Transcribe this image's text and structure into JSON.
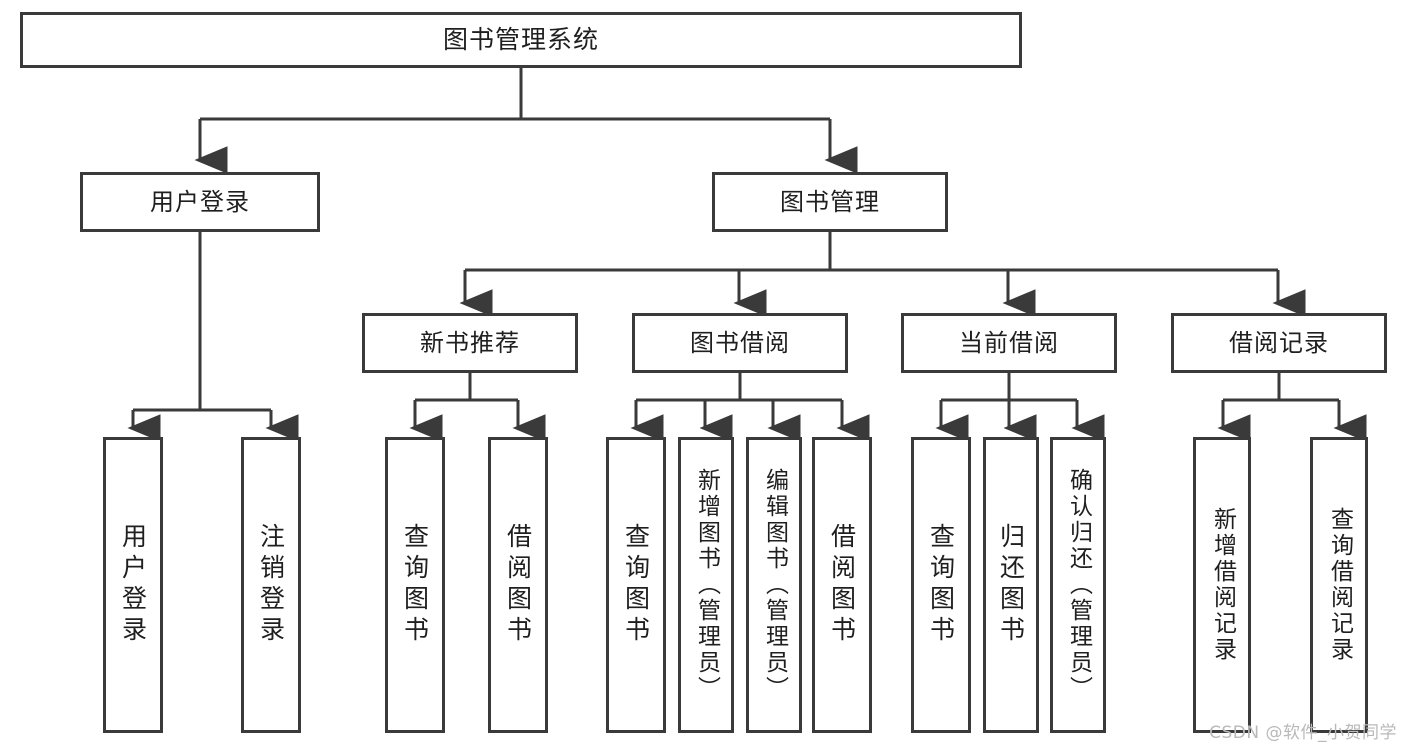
{
  "diagram": {
    "type": "tree-hierarchy",
    "title": "图书管理系统",
    "root": {
      "id": "root",
      "label": "图书管理系统"
    },
    "level2": [
      {
        "id": "user-login",
        "label": "用户登录"
      },
      {
        "id": "book-manage",
        "label": "图书管理"
      }
    ],
    "level3": [
      {
        "id": "new-book-rec",
        "label": "新书推荐"
      },
      {
        "id": "book-borrow",
        "label": "图书借阅"
      },
      {
        "id": "current-borrow",
        "label": "当前借阅"
      },
      {
        "id": "borrow-record",
        "label": "借阅记录"
      }
    ],
    "leaves": {
      "user_login": [
        {
          "id": "leaf-user-login",
          "label": "用户登录"
        },
        {
          "id": "leaf-logout",
          "label": "注销登录"
        }
      ],
      "new_book_rec": [
        {
          "id": "leaf-query-book-1",
          "label": "查询图书"
        },
        {
          "id": "leaf-borrow-book-1",
          "label": "借阅图书"
        }
      ],
      "book_borrow": [
        {
          "id": "leaf-query-book-2",
          "label": "查询图书"
        },
        {
          "id": "leaf-add-book",
          "label": "新增图书（管理员）"
        },
        {
          "id": "leaf-edit-book",
          "label": "编辑图书（管理员）"
        },
        {
          "id": "leaf-borrow-book-2",
          "label": "借阅图书"
        }
      ],
      "current_borrow": [
        {
          "id": "leaf-query-book-3",
          "label": "查询图书"
        },
        {
          "id": "leaf-return-book",
          "label": "归还图书"
        },
        {
          "id": "leaf-confirm-return",
          "label": "确认归还（管理员）"
        }
      ],
      "borrow_record": [
        {
          "id": "leaf-add-record",
          "label": "新增借阅记录"
        },
        {
          "id": "leaf-query-record",
          "label": "查询借阅记录"
        }
      ]
    }
  },
  "watermark": {
    "text": "CSDN @软件_小贺同学"
  },
  "colors": {
    "background": "#ffffff",
    "box_border": "#3a3a3a",
    "connector": "#3a3a3a",
    "text": "#1f1f1f",
    "watermark": "#b9b9b9"
  }
}
